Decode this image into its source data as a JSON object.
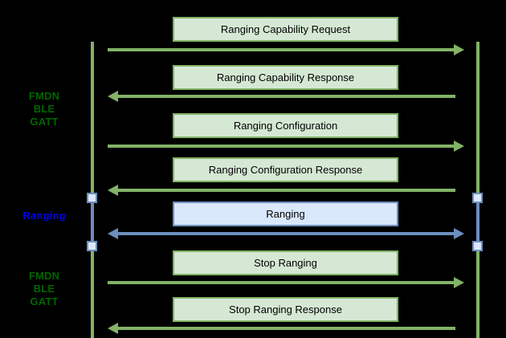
{
  "diagram_type": "sequence-diagram",
  "colors": {
    "green-stroke": "#82b366",
    "green-fill": "#d5e8d4",
    "blue-stroke": "#6c8ebf",
    "blue-fill": "#dae8fc",
    "node-fill": "#dbe8fb",
    "label-green": "#006600",
    "label-blue": "#0000ee",
    "box-text": "#000000",
    "bg": "#000000"
  },
  "sections": [
    {
      "id": "fmdn-ble-gatt-top",
      "label": "FMDN\nBLE\nGATT",
      "color_name": "green"
    },
    {
      "id": "ranging",
      "label": "Ranging",
      "color_name": "blue"
    },
    {
      "id": "fmdn-ble-gatt-bottom",
      "label": "FMDN\nBLE\nGATT",
      "color_name": "green"
    }
  ],
  "messages": [
    {
      "label": "Ranging Capability Request",
      "direction": "right",
      "style": "green",
      "section": "fmdn-ble-gatt-top"
    },
    {
      "label": "Ranging Capability Response",
      "direction": "left",
      "style": "green",
      "section": "fmdn-ble-gatt-top"
    },
    {
      "label": "Ranging Configuration",
      "direction": "right",
      "style": "green",
      "section": "fmdn-ble-gatt-top"
    },
    {
      "label": "Ranging Configuration Response",
      "direction": "left",
      "style": "green",
      "section": "fmdn-ble-gatt-top"
    },
    {
      "label": "Ranging",
      "direction": "both",
      "style": "blue",
      "section": "ranging"
    },
    {
      "label": "Stop Ranging",
      "direction": "right",
      "style": "green",
      "section": "fmdn-ble-gatt-bottom"
    },
    {
      "label": "Stop Ranging Response",
      "direction": "left",
      "style": "green",
      "section": "fmdn-ble-gatt-bottom"
    }
  ]
}
